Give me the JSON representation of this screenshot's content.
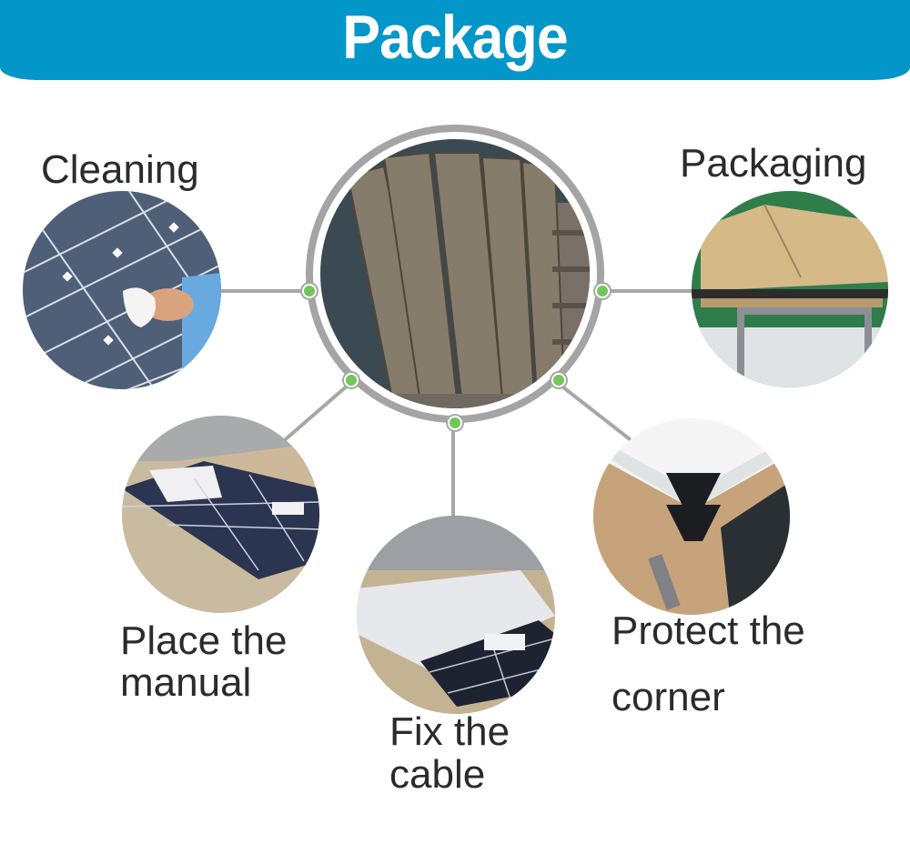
{
  "header": {
    "title": "Package",
    "banner_color": "#0396c9"
  },
  "center": {
    "image": "stacked-boxed-solar-panels-photo",
    "ring_color": "#a4a4a4",
    "node_color": "#74c65a"
  },
  "steps": [
    {
      "id": "cleaning",
      "label": "Cleaning",
      "image": "hand-cleaning-solar-panel-photo"
    },
    {
      "id": "packaging",
      "label": "Packaging",
      "image": "cardboard-box-on-table-photo"
    },
    {
      "id": "place-manual",
      "label_line1": "Place the",
      "label_line2": "manual",
      "image": "panel-with-manual-in-box-photo"
    },
    {
      "id": "fix-cable",
      "label_line1": "Fix the",
      "label_line2": "cable",
      "image": "panel-with-foam-cover-photo"
    },
    {
      "id": "protect-corner",
      "label_line1": "Protect the",
      "label_line2": "corner",
      "image": "black-corner-protector-photo"
    }
  ]
}
